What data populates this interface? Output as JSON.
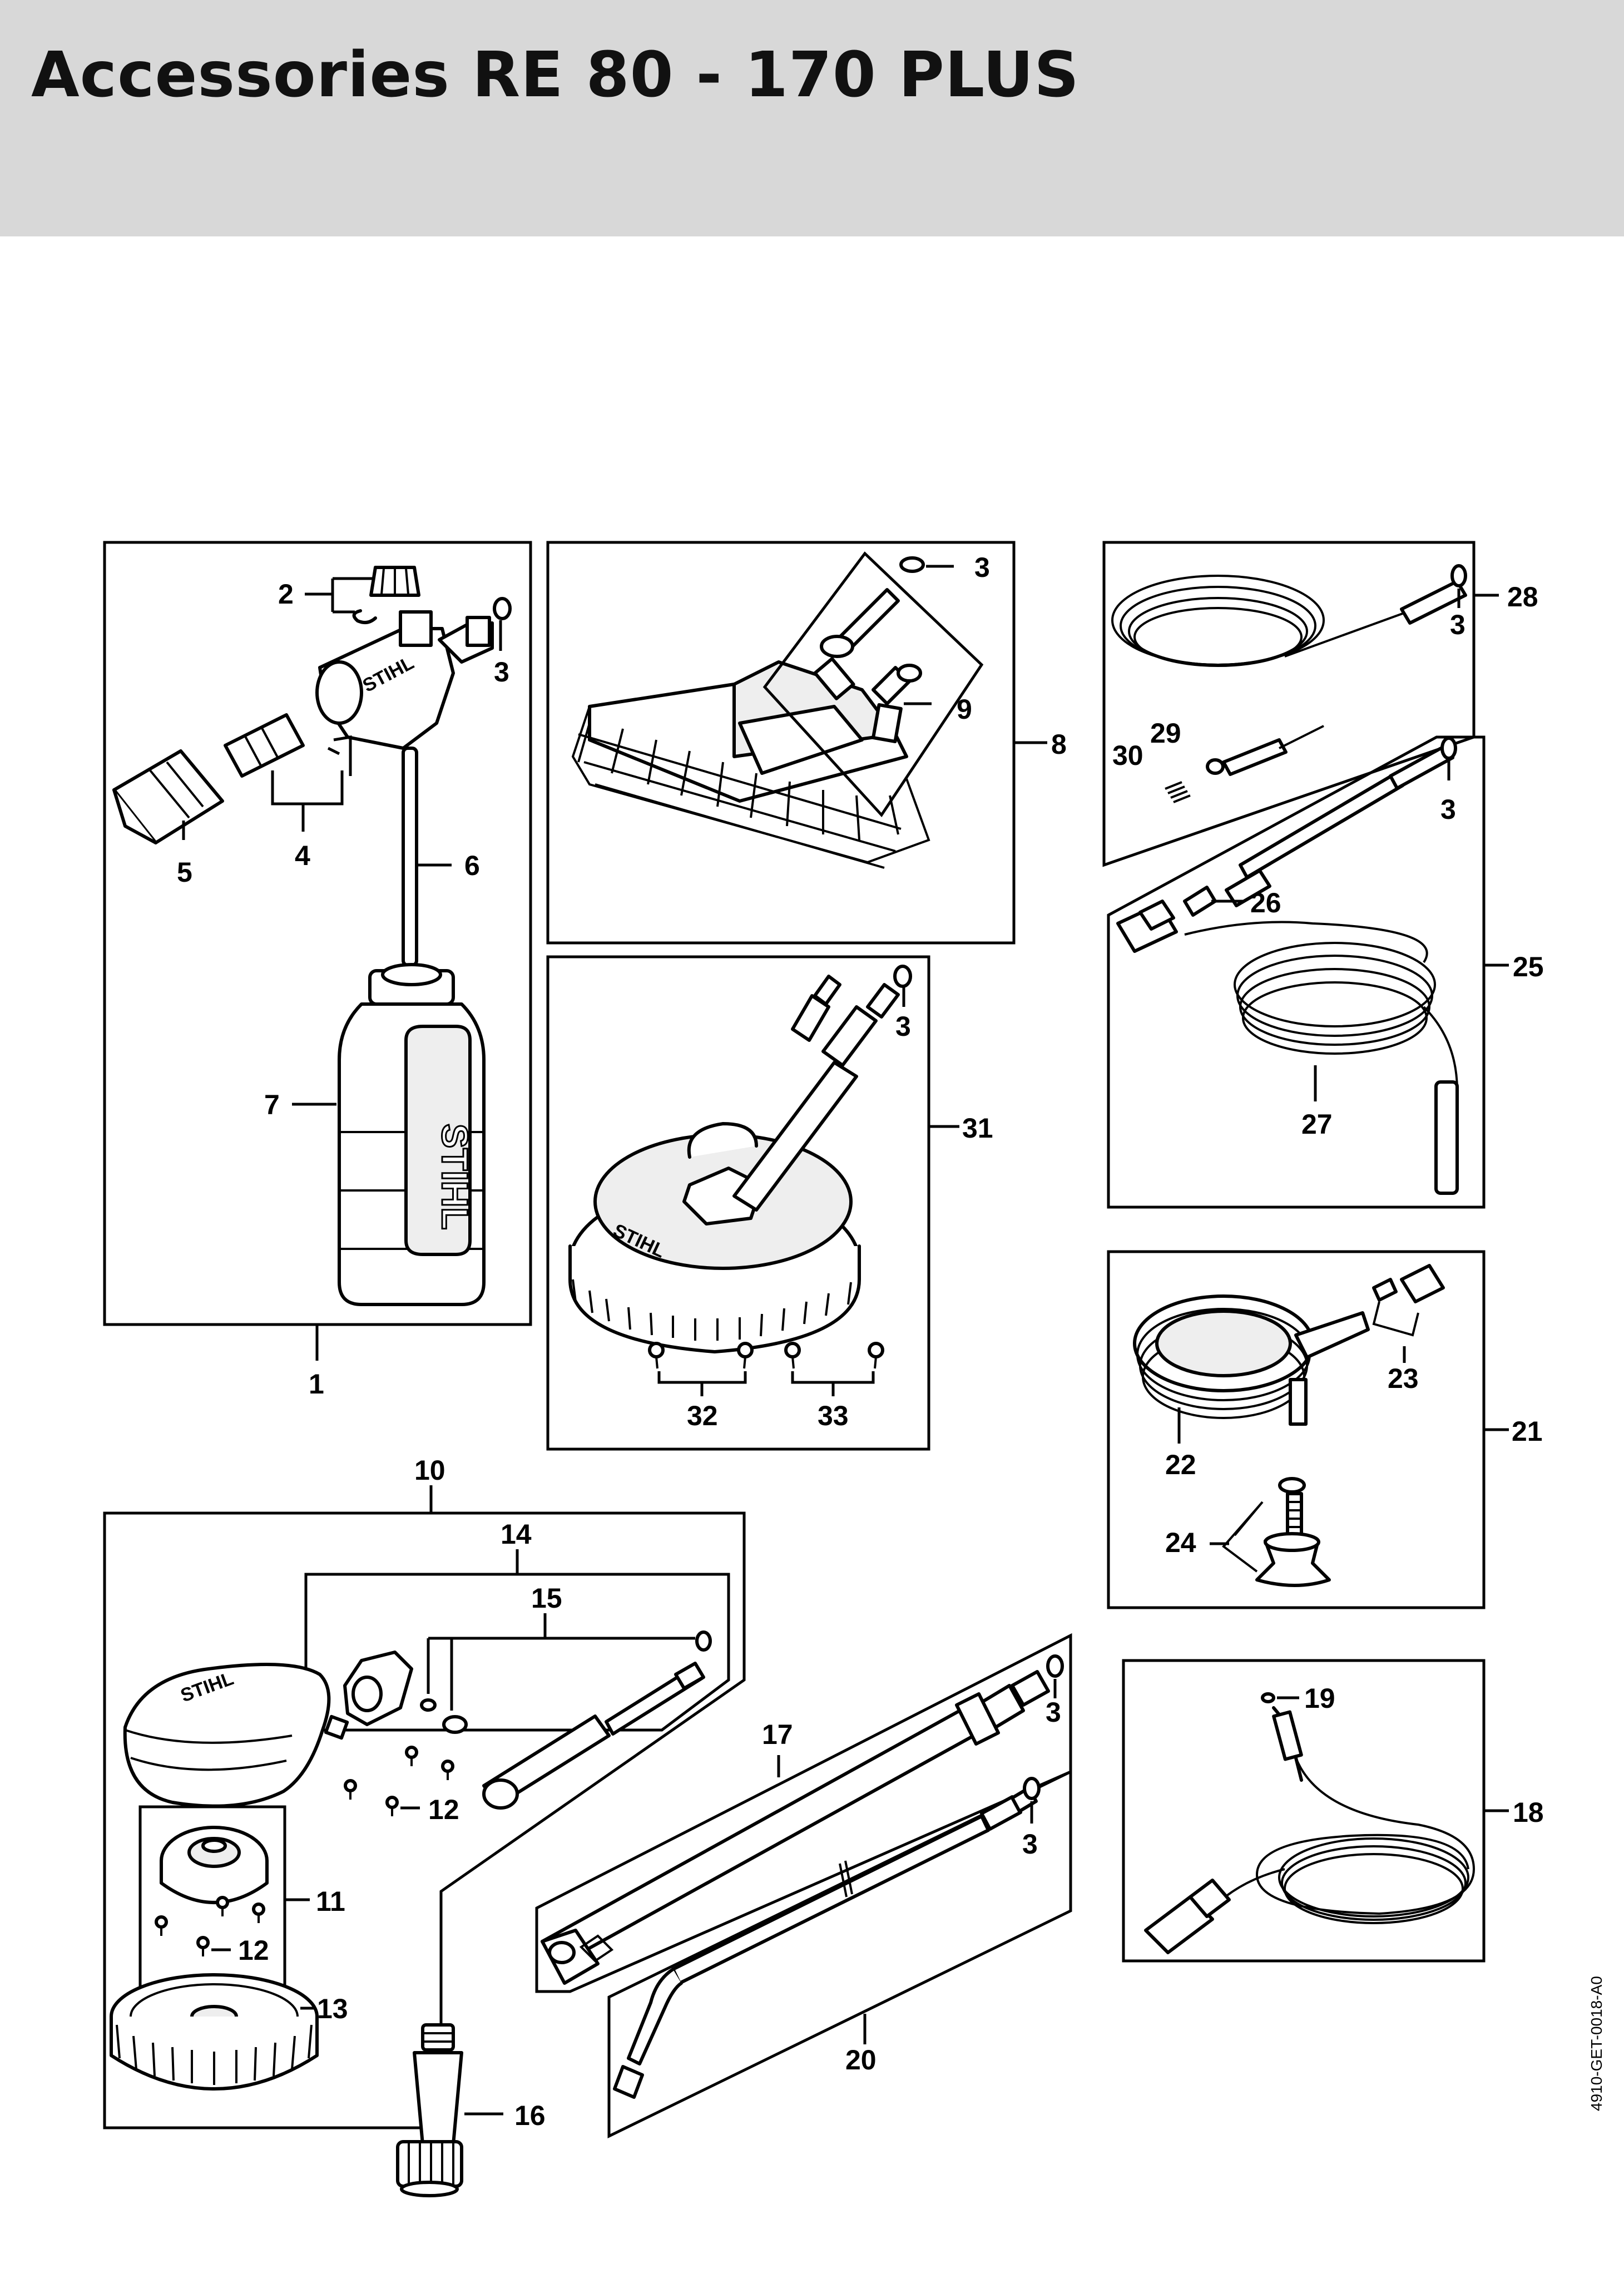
{
  "header": {
    "title": "Accessories RE 80 - 170 PLUS"
  },
  "brand": {
    "logo": "STIHL"
  },
  "drawing_code": "4910-GET-0018-A0",
  "colors": {
    "header_background": "#d8d8d8",
    "line": "#000000",
    "page": "#ffffff"
  },
  "callouts": {
    "c1": "1",
    "c2": "2",
    "c3a": "3",
    "c3b": "3",
    "c3c": "3",
    "c3d": "3",
    "c3e": "3",
    "c3f": "3",
    "c3g": "3",
    "c4": "4",
    "c5": "5",
    "c6": "6",
    "c7": "7",
    "c8": "8",
    "c9": "9",
    "c10": "10",
    "c11": "11",
    "c12a": "12",
    "c12b": "12",
    "c13": "13",
    "c14": "14",
    "c15": "15",
    "c16": "16",
    "c17": "17",
    "c18": "18",
    "c19": "19",
    "c20": "20",
    "c21": "21",
    "c22": "22",
    "c23": "23",
    "c24": "24",
    "c25": "25",
    "c26": "26",
    "c27": "27",
    "c28": "28",
    "c29": "29",
    "c30": "30",
    "c31": "31",
    "c32": "32",
    "c33": "33"
  }
}
